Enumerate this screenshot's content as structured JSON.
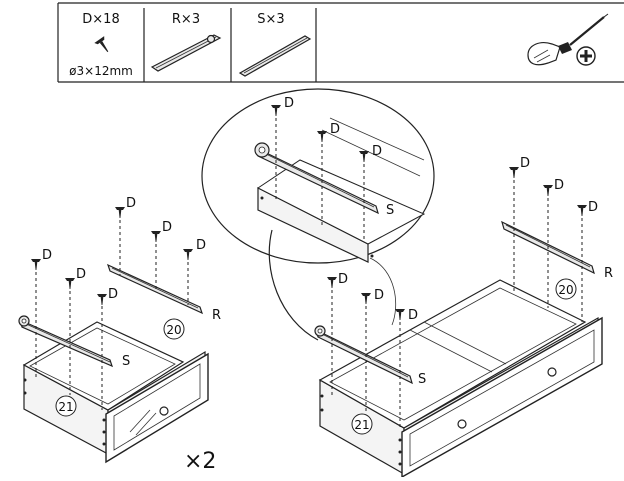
{
  "parts_table": {
    "items": [
      {
        "label": "D×18",
        "sublabel": "ø3×12mm",
        "icon": "screw-icon"
      },
      {
        "label": "R×3",
        "sublabel": "",
        "icon": "rail-icon"
      },
      {
        "label": "S×3",
        "sublabel": "",
        "icon": "rail-icon"
      }
    ],
    "tool_icons": [
      "screwdriver-icon",
      "phillips-head-icon"
    ]
  },
  "screw_label": "D",
  "rail_labels": {
    "right": "R",
    "left": "S"
  },
  "panel_labels": {
    "side": "20",
    "front": "21"
  },
  "quantity_label": "×2"
}
